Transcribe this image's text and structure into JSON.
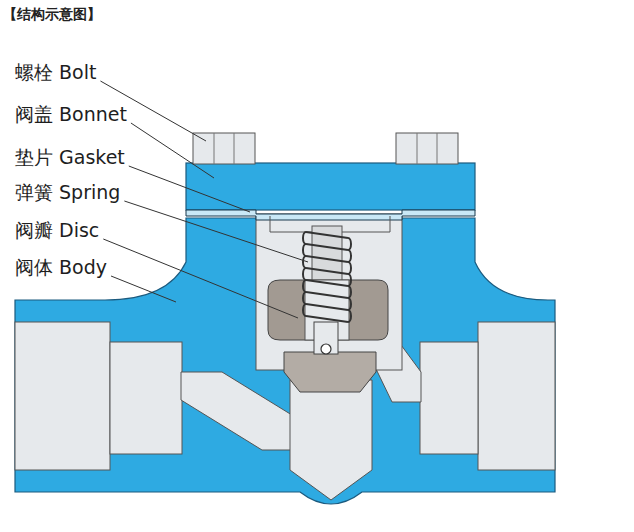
{
  "diagram": {
    "title": "【结构示意图】",
    "labels": [
      "螺栓 Bolt",
      "阀盖 Bonnet",
      "垫片 Gasket",
      "弹簧 Spring",
      "阀瓣 Disc",
      "阀体 Body"
    ]
  }
}
